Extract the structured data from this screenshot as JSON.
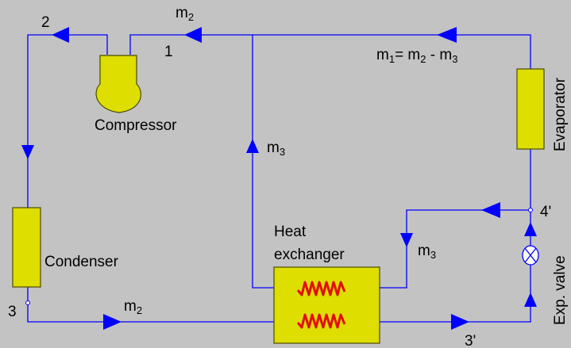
{
  "colors": {
    "background": "#c3c3c3",
    "pipe": "#0000ff",
    "component_fill": "#dede00",
    "component_stroke": "#4a4a00",
    "coil": "#e01010",
    "text": "#000000"
  },
  "components": {
    "compressor": "Compressor",
    "condenser": "Condenser",
    "evaporator": "Evaporator",
    "heat_exchanger_line1": "Heat",
    "heat_exchanger_line2": "exchanger",
    "expansion_valve": "Exp. valve"
  },
  "state_points": {
    "p1": "1",
    "p2": "2",
    "p3": "3",
    "p3_prime": "3'",
    "p4_prime": "4'"
  },
  "flows": {
    "m2_top_base": "m",
    "m2_top_sub": "2",
    "m2_bottom_base": "m",
    "m2_bottom_sub": "2",
    "m3_left_base": "m",
    "m3_left_sub": "3",
    "m3_right_base": "m",
    "m3_right_sub": "3",
    "m1_eq_a": "m",
    "m1_eq_a_sub": "1",
    "m1_eq_b": "= m",
    "m1_eq_b_sub": "2",
    "m1_eq_c": " - m",
    "m1_eq_c_sub": "3"
  }
}
